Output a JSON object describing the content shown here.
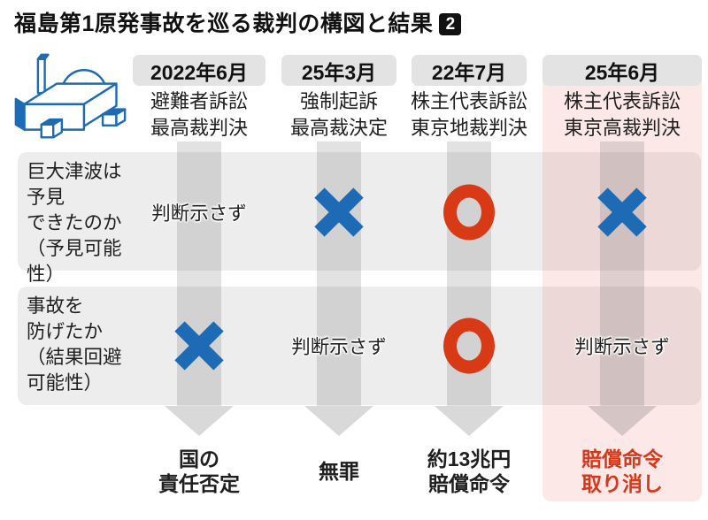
{
  "title": {
    "text": "福島第1原発事故を巡る裁判の構図と結果",
    "badge": "2"
  },
  "colors": {
    "title_black": "#111111",
    "body_text": "#1f1f1f",
    "mark_blue": "#1c6bb4",
    "mark_red": "#d83a16",
    "result_red": "#d8371a",
    "row_band": "#ededed",
    "date_box": "#e3e3e3",
    "column_highlight": "rgba(221,80,70,0.13)",
    "arrow_shaft_gray": "rgba(30,30,30,0.13)",
    "arrow_head_gray": "rgba(30,30,30,0.17)"
  },
  "rows": [
    {
      "label_lines": [
        "巨大津波は",
        "予見",
        "できたのか",
        "（予見可能性）"
      ],
      "cells": [
        {
          "type": "text",
          "text": "判断示さず"
        },
        {
          "type": "x"
        },
        {
          "type": "o"
        },
        {
          "type": "x"
        }
      ]
    },
    {
      "label_lines": [
        "事故を",
        "防げたか",
        "（結果回避",
        "可能性）"
      ],
      "cells": [
        {
          "type": "x"
        },
        {
          "type": "text",
          "text": "判断示さず"
        },
        {
          "type": "o"
        },
        {
          "type": "text",
          "text": "判断示さず"
        }
      ]
    }
  ],
  "columns": [
    {
      "date": "2022年6月",
      "court_lines": [
        "避難者訴訟",
        "最高裁判決"
      ],
      "result_lines": [
        "国の",
        "責任否定"
      ],
      "highlight": false,
      "result_red": false
    },
    {
      "date": "25年3月",
      "court_lines": [
        "強制起訴",
        "最高裁決定"
      ],
      "result_lines": [
        "無罪"
      ],
      "highlight": false,
      "result_red": false
    },
    {
      "date": "22年7月",
      "court_lines": [
        "株主代表訴訟",
        "東京地裁判決"
      ],
      "result_lines": [
        "約13兆円",
        "賠償命令"
      ],
      "highlight": false,
      "result_red": false
    },
    {
      "date": "25年6月",
      "court_lines": [
        "株主代表訴訟",
        "東京高裁判決"
      ],
      "result_lines": [
        "賠償命令",
        "取り消し"
      ],
      "highlight": true,
      "result_red": true
    }
  ]
}
